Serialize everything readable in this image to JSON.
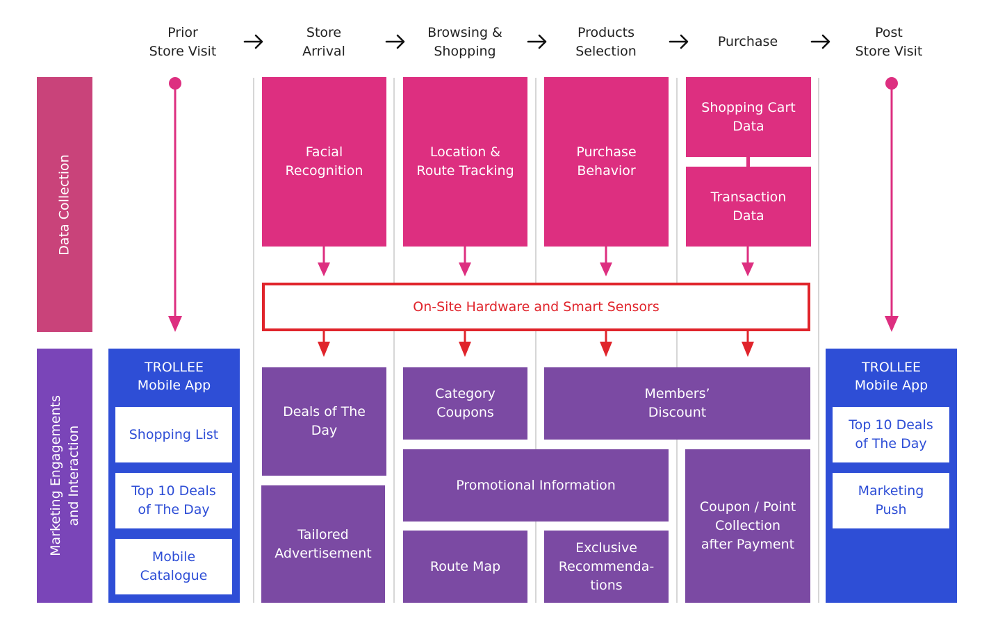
{
  "stages": [
    {
      "label": "Prior\nStore Visit"
    },
    {
      "label": "Store\nArrival"
    },
    {
      "label": "Browsing &\nShopping"
    },
    {
      "label": "Products\nSelection"
    },
    {
      "label": "Purchase"
    },
    {
      "label": "Post\nStore Visit"
    }
  ],
  "rows": {
    "data_collection": "Data Collection",
    "marketing": "Marketing Engagements\nand Interaction"
  },
  "data_collection": {
    "facial": "Facial\nRecognition",
    "location": "Location &\nRoute Tracking",
    "behavior": "Purchase\nBehavior",
    "cart": "Shopping Cart\nData",
    "transaction": "Transaction\nData"
  },
  "sensor": "On-Site Hardware and Smart Sensors",
  "app_left": {
    "title": "TROLLEE\nMobile App",
    "items": [
      "Shopping List",
      "Top 10 Deals\nof The Day",
      "Mobile\nCatalogue"
    ]
  },
  "app_right": {
    "title": "TROLLEE\nMobile App",
    "items": [
      "Top 10 Deals\nof The Day",
      "Marketing\nPush"
    ]
  },
  "marketing": {
    "deals": "Deals of The\nDay",
    "tailored": "Tailored\nAdvertisement",
    "coupons": "Category\nCoupons",
    "members": "Members’\nDiscount",
    "promo": "Promotional Information",
    "coupon_point": "Coupon / Point\nCollection\nafter Payment",
    "route_map": "Route Map",
    "exclusive": "Exclusive\nRecommenda-\ntions"
  },
  "colors": {
    "pink": "#dd2f80",
    "purple": "#7b4aa3",
    "blue": "#2e4ed6",
    "red": "#e0242b",
    "data_label_bg": "#c9437a",
    "marketing_label_bg": "#7a45b8"
  }
}
